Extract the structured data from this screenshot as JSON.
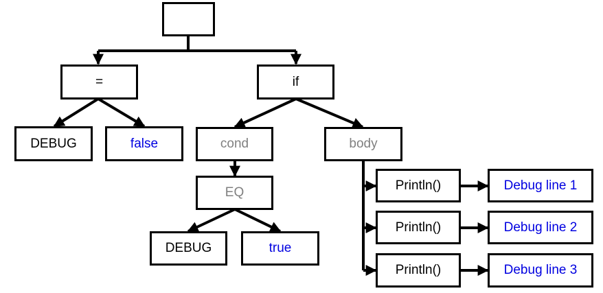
{
  "nodes": {
    "root": "",
    "assign": "=",
    "debug_left": "DEBUG",
    "false_val": "false",
    "if_node": "if",
    "cond": "cond",
    "body": "body",
    "eq": "EQ",
    "debug_eq": "DEBUG",
    "true_val": "true",
    "println_1": "Println()",
    "println_2": "Println()",
    "println_3": "Println()",
    "arg_1": "Debug line 1",
    "arg_2": "Debug line 2",
    "arg_3": "Debug line 3"
  },
  "colors": {
    "stroke": "#000000",
    "keyword_text": "#000000",
    "structural_text": "#808080",
    "literal_text": "#0000e0"
  }
}
